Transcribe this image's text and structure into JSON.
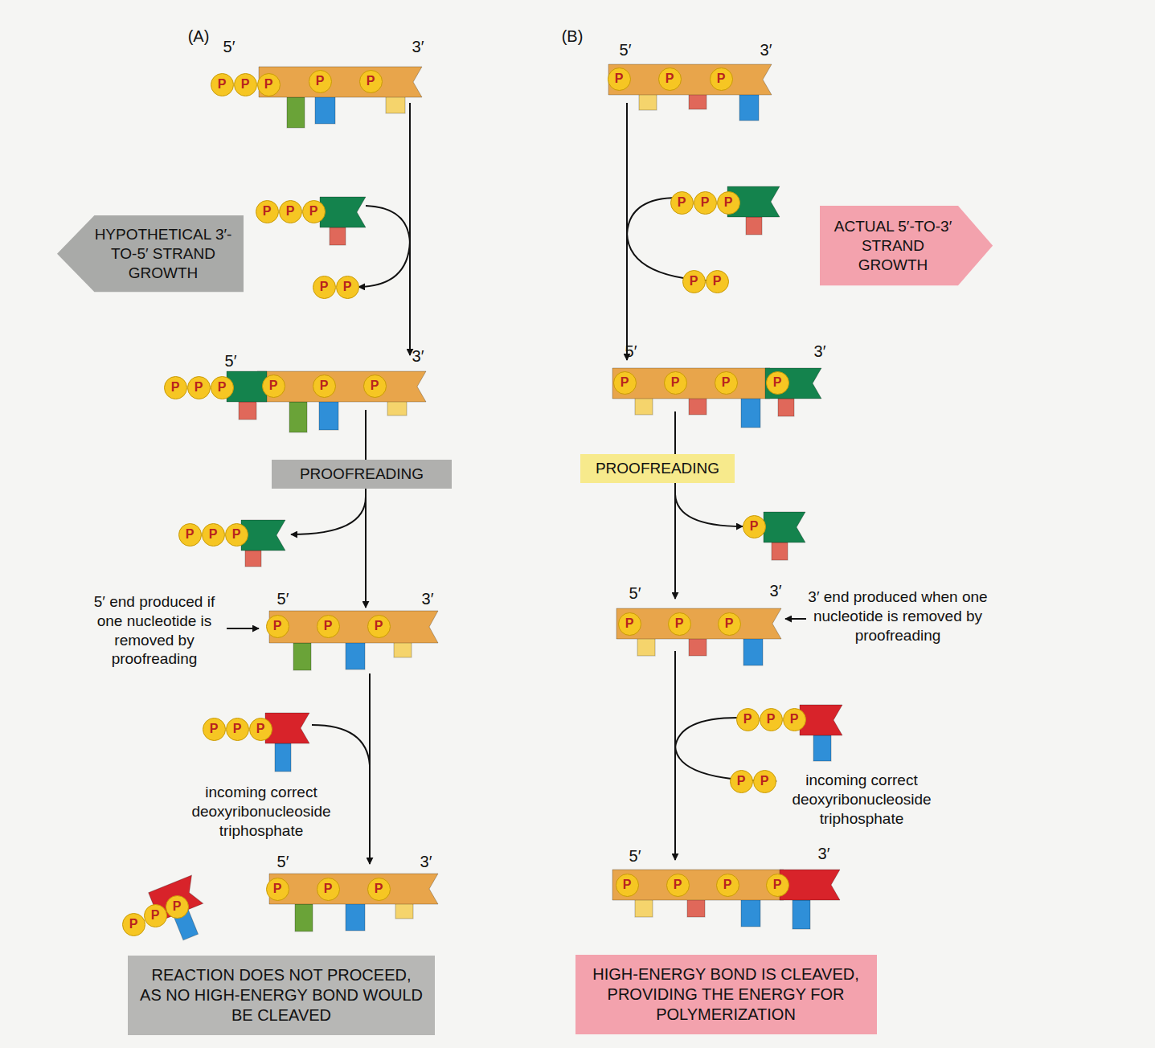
{
  "diagram": {
    "nodes": [
      {
        "text": [
          "P"
        ]
      },
      {
        "text": [
          "P"
        ]
      },
      {
        "text": [
          "P"
        ]
      },
      {
        "text": [
          "P"
        ]
      },
      {
        "text": [
          "P"
        ]
      },
      {
        "text": [
          "HYPOTHETICAL 3′-TO-5′ STRAND GROWTH"
        ]
      },
      {
        "text": [
          "P"
        ]
      },
      {
        "text": [
          "P"
        ]
      },
      {
        "text": [
          "P"
        ]
      },
      {
        "text": [
          "P"
        ]
      },
      {
        "text": [
          "P"
        ]
      },
      {
        "text": [
          "P"
        ]
      },
      {
        "text": [
          "P"
        ]
      },
      {
        "text": [
          "P"
        ]
      },
      {
        "text": [
          "P"
        ]
      },
      {
        "text": [
          "P"
        ]
      },
      {
        "text": [
          "P"
        ]
      },
      {
        "text": [
          "PROOFREADING"
        ]
      },
      {
        "text": [
          "P"
        ]
      },
      {
        "text": [
          "P"
        ]
      },
      {
        "text": [
          "P"
        ]
      },
      {
        "text": [
          "P"
        ]
      },
      {
        "text": [
          "P"
        ]
      },
      {
        "text": [
          "P"
        ]
      },
      {
        "text": [
          "P"
        ]
      },
      {
        "text": [
          "P"
        ]
      },
      {
        "text": [
          "P"
        ]
      },
      {
        "text": [
          "P"
        ]
      },
      {
        "text": [
          "P"
        ]
      },
      {
        "text": [
          "P"
        ]
      },
      {
        "text": [
          "P"
        ]
      },
      {
        "text": [
          "P"
        ]
      },
      {
        "text": [
          "P"
        ]
      },
      {
        "text": [
          "REACTION DOES NOT PROCEED, AS NO HIGH-ENERGY BOND WOULD BE CLEAVED"
        ]
      },
      {
        "text": [
          "P"
        ]
      },
      {
        "text": [
          "P"
        ]
      },
      {
        "text": [
          "P"
        ]
      },
      {
        "text": [
          "P"
        ]
      },
      {
        "text": [
          "P"
        ]
      },
      {
        "text": [
          "P"
        ]
      },
      {
        "text": [
          "P"
        ]
      },
      {
        "text": [
          "P"
        ]
      },
      {
        "text": [
          "ACTUAL 5′-TO-3′ STRAND GROWTH"
        ]
      },
      {
        "text": [
          "P"
        ]
      },
      {
        "text": [
          "P"
        ]
      },
      {
        "text": [
          "P"
        ]
      },
      {
        "text": [
          "P"
        ]
      },
      {
        "text": [
          "PROOFREADING"
        ]
      },
      {
        "text": [
          "P"
        ]
      },
      {
        "text": [
          "P"
        ]
      },
      {
        "text": [
          "P"
        ]
      },
      {
        "text": [
          "P"
        ]
      },
      {
        "text": [
          "P"
        ]
      },
      {
        "text": [
          "P"
        ]
      },
      {
        "text": [
          "P"
        ]
      },
      {
        "text": [
          "P"
        ]
      },
      {
        "text": [
          "P"
        ]
      },
      {
        "text": [
          "P"
        ]
      },
      {
        "text": [
          "P"
        ]
      },
      {
        "text": [
          "P"
        ]
      },
      {
        "text": [
          "P"
        ]
      },
      {
        "text": [
          "HIGH-ENERGY BOND IS CLEAVED, PROVIDING THE ENERGY FOR POLYMERIZATION"
        ]
      }
    ],
    "labels": [
      "(A)",
      "5′",
      "3′",
      "(B)",
      "5′",
      "3′",
      "5′",
      "3′",
      "5′",
      "3′",
      "5′ end produced if one nucleotide is removed by proofreading",
      "5′",
      "3′",
      "5′",
      "3′",
      "3′ end produced when one nucleotide is removed by proofreading",
      "incoming correct deoxyribonucleoside triphosphate",
      "incoming correct deoxyribonucleoside triphosphate",
      "5′",
      "3′",
      "5′",
      "3′"
    ]
  }
}
